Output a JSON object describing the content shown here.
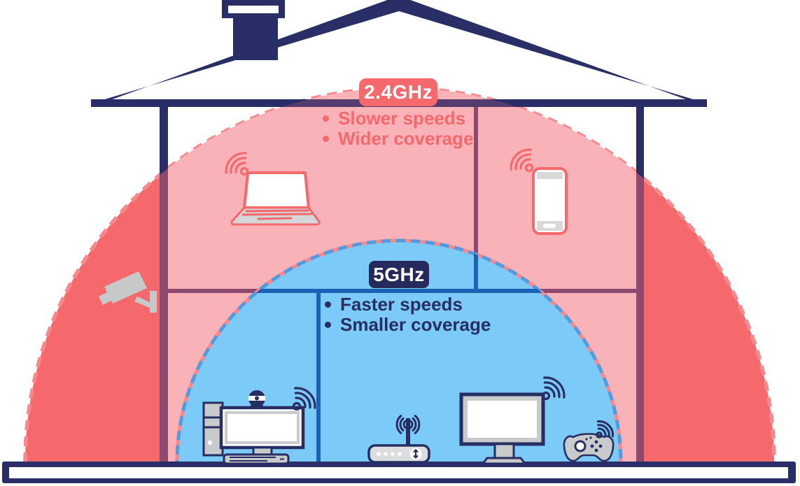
{
  "diagram_title": "2.4GHz vs 5GHz home Wi-Fi coverage",
  "bands": {
    "band24": {
      "label": "2.4GHz",
      "bullets": [
        "Slower speeds",
        "Wider coverage"
      ],
      "badge_bg": "#f5696d",
      "text_color": "#f5696d",
      "coverage_fill": "#f5696d",
      "coverage_fill_inside_house": "#f9b2b7",
      "dash_color": "#f5898d"
    },
    "band5": {
      "label": "5GHz",
      "bullets": [
        "Faster speeds",
        "Smaller coverage"
      ],
      "badge_bg": "#252a5c",
      "text_color": "#272e63",
      "coverage_fill": "#7ccaf8",
      "dash_color": "#569ade"
    }
  },
  "house": {
    "structure_color": "#292f66",
    "wall_tint_in_24ghz": "#8e4a6e",
    "eave_tint_in_24ghz": "#553c6f",
    "wall_tint_in_5ghz": "#1b61b6",
    "floor_stripe_color": "#ffffff",
    "icon_gray": "#c9cacb"
  },
  "devices": [
    {
      "icon": "laptop-icon",
      "label": "Laptop",
      "zone": "2.4GHz"
    },
    {
      "icon": "smartphone-icon",
      "label": "Smartphone",
      "zone": "2.4GHz"
    },
    {
      "icon": "security-camera-icon",
      "label": "Outdoor security camera",
      "zone": "2.4GHz"
    },
    {
      "icon": "desktop-computer-icon",
      "label": "Desktop computer with webcam",
      "zone": "5GHz"
    },
    {
      "icon": "wifi-router-icon",
      "label": "Wi-Fi router",
      "zone": "5GHz"
    },
    {
      "icon": "tv-monitor-icon",
      "label": "TV monitor",
      "zone": "5GHz"
    },
    {
      "icon": "game-controller-icon",
      "label": "Game controller",
      "zone": "5GHz"
    }
  ]
}
